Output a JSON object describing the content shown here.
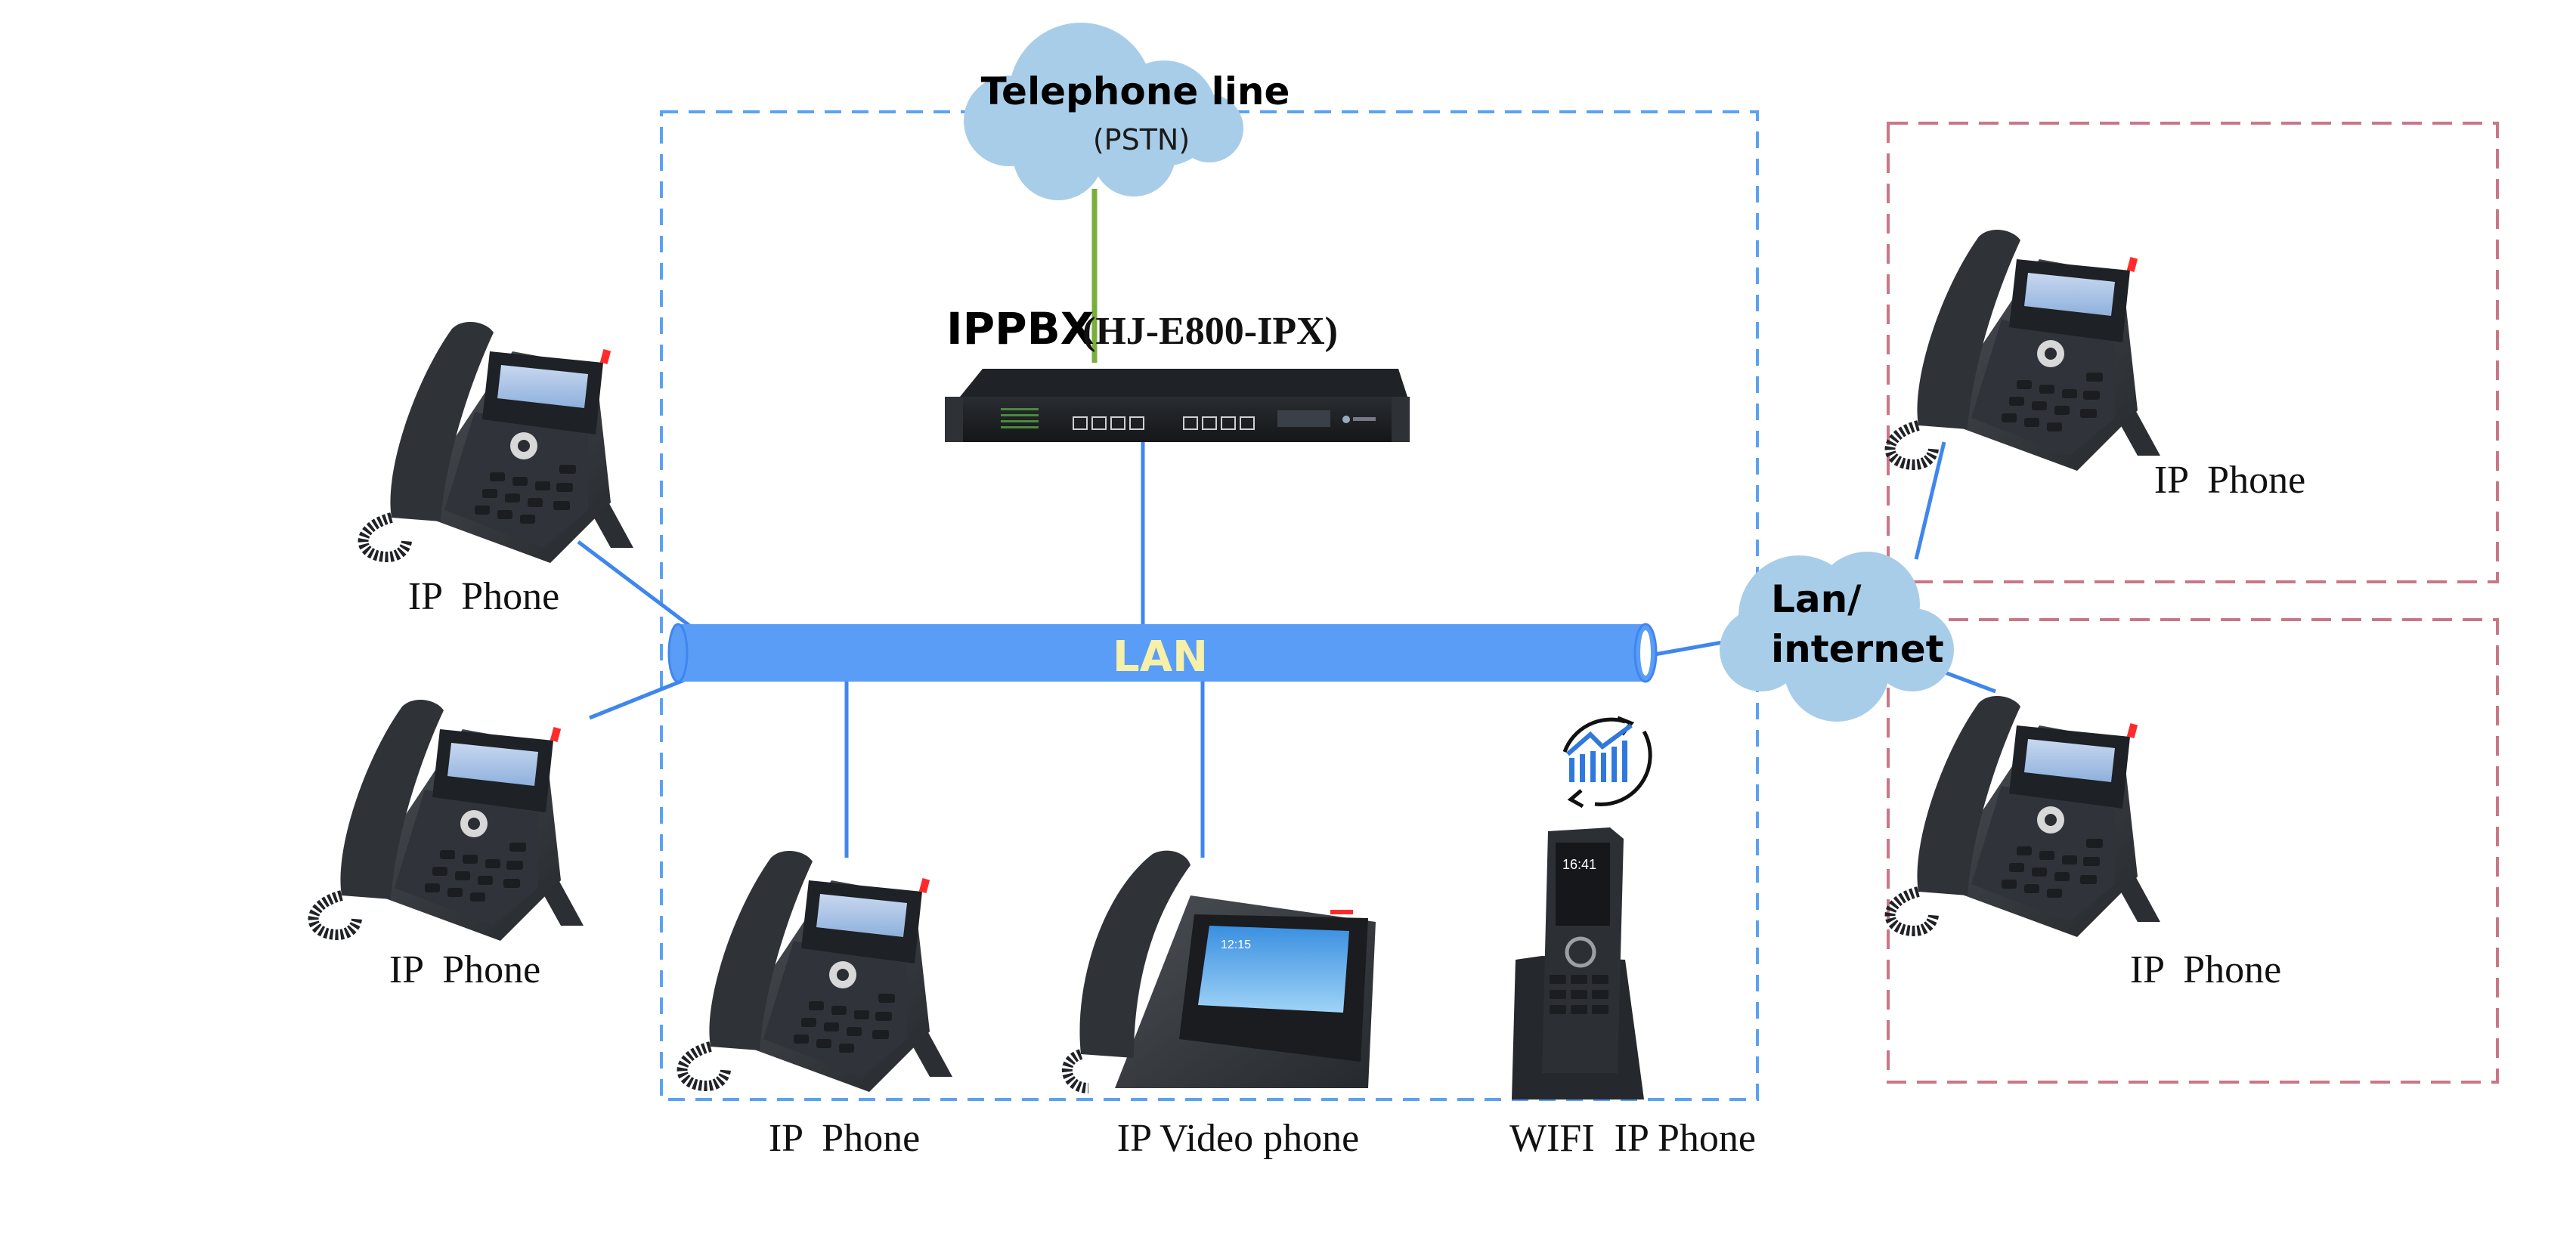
{
  "diagram": {
    "pstn_cloud": {
      "title": "Telephone line",
      "subtitle": "(PSTN)"
    },
    "ippbx": {
      "label_bold": "IPPBX",
      "model": "(HJ-E800-IPX)"
    },
    "lan_bus": {
      "label": "LAN"
    },
    "internet_cloud": {
      "line1": "Lan/",
      "line2": "internet"
    },
    "devices": [
      {
        "id": "left-top",
        "label": "IP  Phone",
        "type": "desk-phone"
      },
      {
        "id": "left-bottom",
        "label": "IP  Phone",
        "type": "desk-phone"
      },
      {
        "id": "lan-bottom-1",
        "label": "IP  Phone",
        "type": "desk-phone"
      },
      {
        "id": "lan-bottom-2",
        "label": "IP Video phone",
        "type": "video-phone"
      },
      {
        "id": "lan-bottom-3",
        "label": "WIFI  IP Phone",
        "type": "wifi-phone"
      },
      {
        "id": "remote-top",
        "label": "IP  Phone",
        "type": "desk-phone"
      },
      {
        "id": "remote-bottom",
        "label": "IP  Phone",
        "type": "desk-phone"
      }
    ],
    "colors": {
      "lan_fill": "#5a9df7",
      "lan_text": "#f6f0a8",
      "cloud_fill": "#a8cde8",
      "local_boundary": "#5aa2f2",
      "remote_boundary": "#c97787",
      "pstn_line": "#7aae3c",
      "link_line": "#3f86ee"
    }
  }
}
